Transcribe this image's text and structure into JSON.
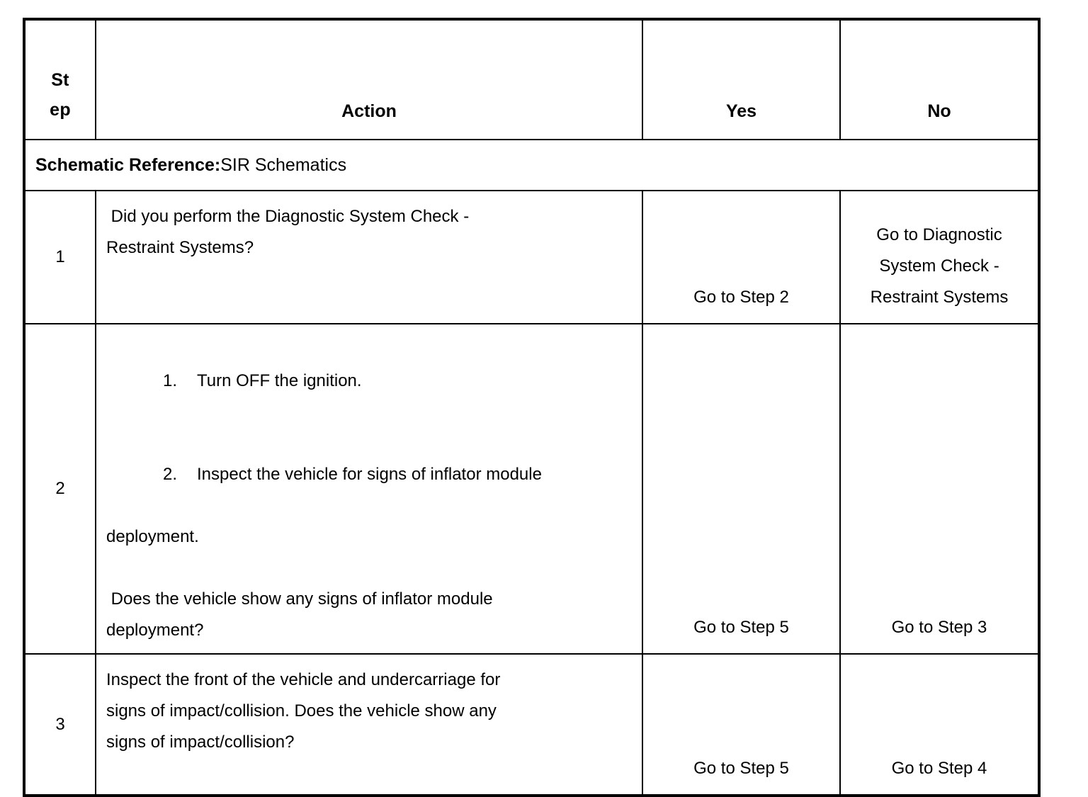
{
  "table": {
    "columns": [
      {
        "key": "step",
        "label": "Step",
        "label_wrapped": [
          "St",
          "ep"
        ]
      },
      {
        "key": "action",
        "label": "Action"
      },
      {
        "key": "yes",
        "label": "Yes"
      },
      {
        "key": "no",
        "label": "No"
      }
    ],
    "schematic_row": {
      "label": "Schematic Reference:",
      "value": "SIR Schematics"
    },
    "rows": [
      {
        "step": "1",
        "action_lines": [
          " Did you perform the Diagnostic System Check -",
          "Restraint Systems?"
        ],
        "yes_lines": [
          "Go to Step 2"
        ],
        "no_lines": [
          "Go to Diagnostic",
          "System Check -",
          "Restraint Systems"
        ]
      },
      {
        "step": "2",
        "numbered_items": [
          {
            "marker": "1.",
            "text": "Turn OFF the ignition."
          },
          {
            "marker": "2.",
            "text": "Inspect the vehicle for signs of inflator module"
          }
        ],
        "continuation": "deployment.",
        "question_lines": [
          " Does the vehicle show any signs of inflator module",
          "deployment?"
        ],
        "yes_lines": [
          "Go to Step 5"
        ],
        "no_lines": [
          "Go to Step 3"
        ]
      },
      {
        "step": "3",
        "action_lines": [
          "Inspect the front of the vehicle and undercarriage for",
          "signs of impact/collision. Does the vehicle show any",
          "signs of impact/collision?"
        ],
        "yes_lines": [
          "Go to Step 5"
        ],
        "no_lines": [
          "Go to Step 4"
        ]
      }
    ]
  },
  "colors": {
    "page_background": "#ffffff",
    "table_background": "#ffffff",
    "border": "#000000",
    "text": "#000000"
  }
}
